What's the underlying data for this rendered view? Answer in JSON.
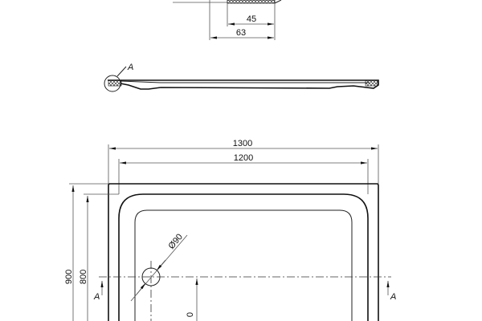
{
  "detail": {
    "dim_inner": "45",
    "dim_outer": "63"
  },
  "side_view": {
    "section_label": "A"
  },
  "plan": {
    "width_outer": "1300",
    "width_inner": "1200",
    "depth_outer": "900",
    "depth_inner": "800",
    "drain_diameter": "Ø90",
    "drain_offset_partial": "0",
    "section_left": "A",
    "section_right": "A"
  }
}
